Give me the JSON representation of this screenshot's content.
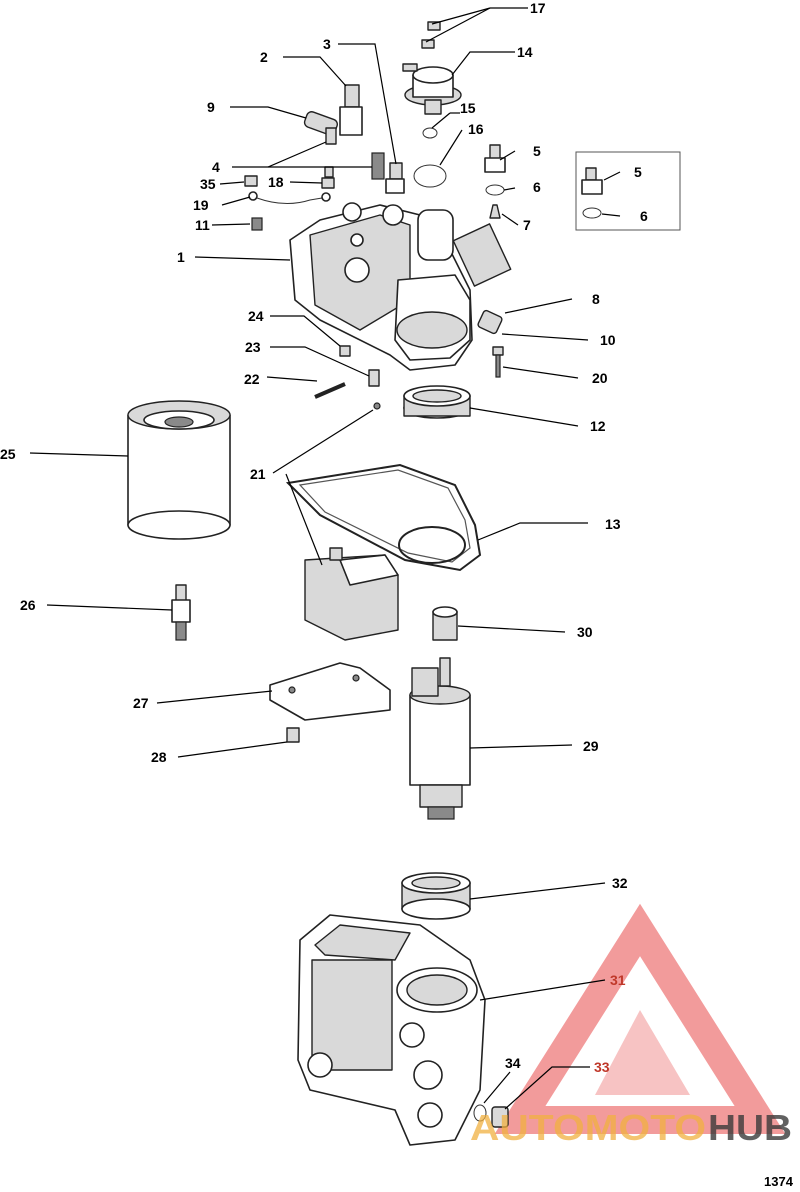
{
  "diagram": {
    "figure_number": "1374",
    "watermark": {
      "text_light": "AUTOMOTO",
      "text_dark": "HUB",
      "color_red": "#e84a4a",
      "color_dark": "#3a3a3a"
    },
    "callouts": [
      "1",
      "2",
      "3",
      "4",
      "5",
      "6",
      "7",
      "8",
      "9",
      "10",
      "11",
      "12",
      "13",
      "14",
      "15",
      "16",
      "17",
      "18",
      "19",
      "20",
      "21",
      "22",
      "23",
      "24",
      "25",
      "26",
      "27",
      "28",
      "29",
      "30",
      "31",
      "32",
      "33",
      "34",
      "35"
    ],
    "inset_callouts": [
      "5",
      "6"
    ]
  }
}
